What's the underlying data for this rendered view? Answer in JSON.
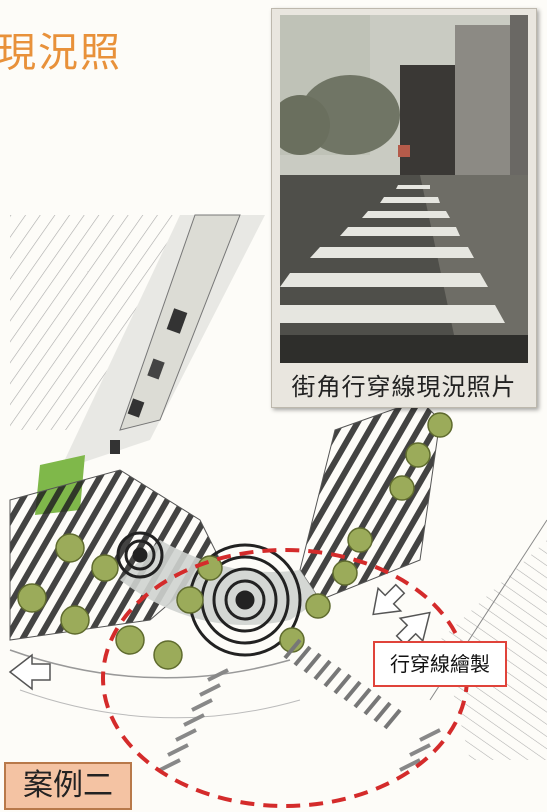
{
  "heading": "現況照",
  "photo_caption": "街角行穿線現況照片",
  "callout_label": "行穿線繪製",
  "case_label": "案例二",
  "colors": {
    "heading": "#e8913a",
    "callout_border": "#e0433a",
    "dashed_circle": "#d42b2b",
    "case_fill": "#f4c3a3",
    "tree": "#9bab5a",
    "grass": "#7fb84a"
  },
  "icons": [
    "arrow-icon",
    "tree-icon",
    "crosswalk-icon"
  ]
}
